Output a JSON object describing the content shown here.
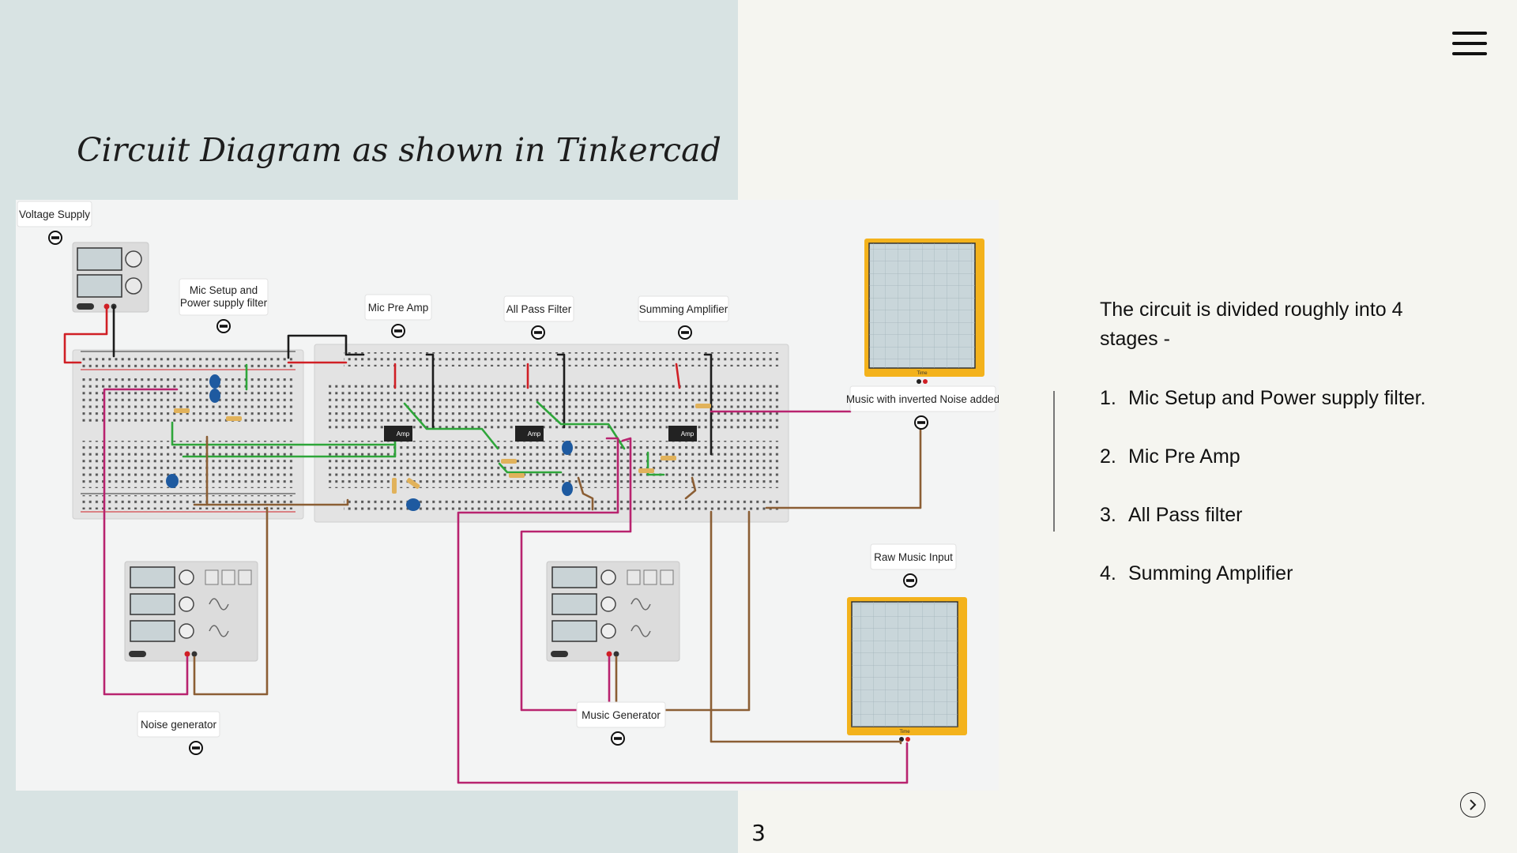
{
  "slide": {
    "title": "Circuit Diagram as shown in Tinkercad",
    "page_number": "3"
  },
  "navigation": {
    "menu_icon": "hamburger-menu-icon",
    "next_icon": "chevron-right-circle-icon"
  },
  "circuit": {
    "labels": {
      "voltage_supply": "Voltage Supply",
      "mic_setup_line1": "Mic Setup and",
      "mic_setup_line2": "Power supply filter",
      "mic_pre_amp": "Mic Pre Amp",
      "all_pass_filter": "All Pass Filter",
      "summing_amplifier": "Summing Amplifier",
      "music_inverted_noise": "Music with inverted Noise added",
      "raw_music_input": "Raw Music Input",
      "noise_generator": "Noise generator",
      "music_generator": "Music Generator"
    },
    "chip_label": "Amp",
    "scope_axis_label": "Time",
    "colors": {
      "wire_red": "#d01f25",
      "wire_green": "#2ea63a",
      "wire_magenta": "#b8236f",
      "wire_brown": "#8b5e34",
      "wire_black": "#1b1b1b",
      "scope_frame": "#f3b21c",
      "capacitor": "#1e5aa0"
    }
  },
  "description": {
    "intro": "The circuit is divided roughly into 4 stages -",
    "stages": [
      {
        "num": "1.",
        "text": "Mic Setup and Power supply filter."
      },
      {
        "num": "2.",
        "text": "Mic Pre Amp"
      },
      {
        "num": "3.",
        "text": "All Pass filter"
      },
      {
        "num": "4.",
        "text": "Summing Amplifier"
      }
    ]
  }
}
